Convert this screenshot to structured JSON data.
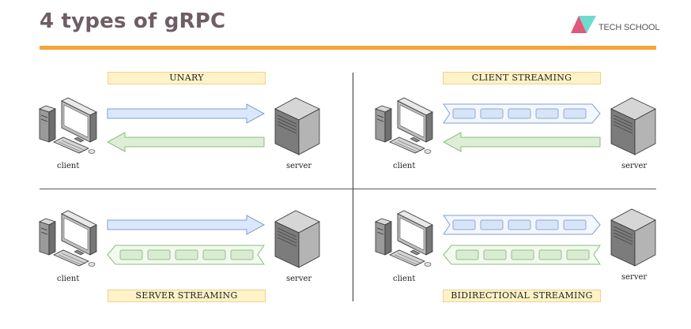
{
  "title": "4 types of gRPC",
  "logo": {
    "text": "TECH SCHOOL",
    "colors": [
      "#e0587a",
      "#5dd8c9"
    ]
  },
  "accent": "#f5a43a",
  "quadrants": [
    {
      "id": "unary",
      "label": "UNARY",
      "client": "client",
      "server": "server"
    },
    {
      "id": "client-streaming",
      "label": "CLIENT STREAMING",
      "client": "client",
      "server": "server"
    },
    {
      "id": "server-streaming",
      "label": "SERVER STREAMING",
      "client": "client",
      "server": "server"
    },
    {
      "id": "bidirectional-streaming",
      "label": "BIDIRECTIONAL STREAMING",
      "client": "client",
      "server": "server"
    }
  ],
  "colors": {
    "request_arrow": "#dbe8fb",
    "response_arrow": "#dcefd6",
    "request_message": "#d6e4f8",
    "response_message": "#d7ecd0",
    "label_bg": "#fdf2c8"
  }
}
